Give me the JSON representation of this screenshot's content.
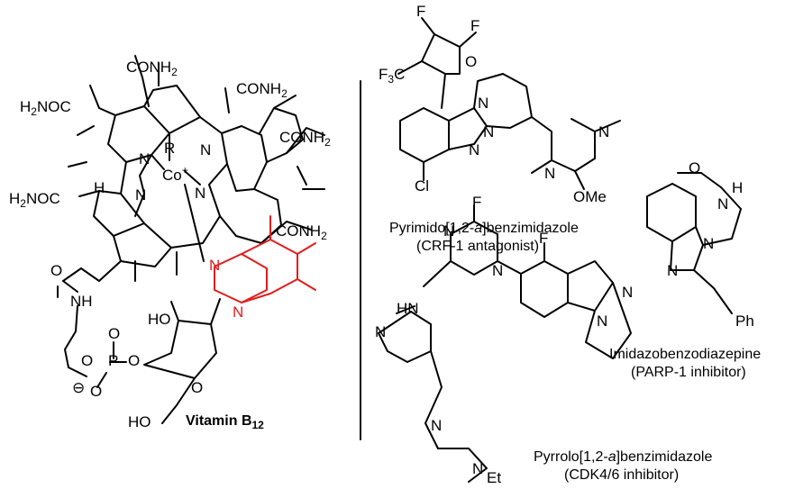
{
  "figure": {
    "b12": {
      "caption": "Vitamin B",
      "caption_sub": "12",
      "atoms": {
        "conh2_top": "CONH",
        "conh2_top_sub": "2",
        "conh2_right_top": "CONH",
        "conh2_right_top_sub": "2",
        "conh2_right_mid": "CONH",
        "conh2_right_mid_sub": "2",
        "conh2_right_low": "CONH",
        "conh2_right_low_sub": "2",
        "h2noc_top": "H",
        "h2noc_top_sub": "2",
        "h2noc_top_tail": "NOC",
        "h2noc_mid": "H",
        "h2noc_mid_sub": "2",
        "h2noc_mid_tail": "NOC",
        "r": "R",
        "co": "Co",
        "co_charge": "+",
        "h": "H",
        "n1": "N",
        "n2": "N",
        "n3": "N",
        "n4": "N",
        "o_amide": "O",
        "nh": "NH",
        "ho1": "HO",
        "ho2": "HO",
        "p": "P",
        "o_p1": "O",
        "o_p2": "O",
        "o_p3": "O",
        "o_p4": "O",
        "minus": "⊖",
        "o_ring": "O",
        "bzim_n1": "N",
        "bzim_n2": "N"
      }
    },
    "pyrimido": {
      "name_pre": "Pyrimido[1,2-",
      "name_it": "a",
      "name_post": "]benzimidazole",
      "role": "(CRF-1 antagonist)",
      "atoms": {
        "f1": "F",
        "f2": "F",
        "f3c": "F",
        "f3c_sub": "3",
        "f3c_tail": "C",
        "o": "O",
        "cl": "Cl",
        "n_a": "N",
        "n_b": "N",
        "n_c": "N",
        "n_d": "N",
        "n_e": "N",
        "ome": "OMe"
      }
    },
    "imidazo": {
      "name": "Imidazobenzodiazepine",
      "role": "(PARP-1 inhibitor)",
      "atoms": {
        "o": "O",
        "h": "H",
        "n1": "N",
        "n2": "N",
        "n3": "N",
        "ph": "Ph"
      }
    },
    "pyrrolo": {
      "name_pre": "Pyrrolo[1,2-",
      "name_it": "a",
      "name_post": "]benzimidazole",
      "role": "(CDK4/6 inhibitor)",
      "atoms": {
        "f1": "F",
        "f2": "F",
        "n1": "N",
        "n2": "N",
        "hn": "HN",
        "n3": "N",
        "n4": "N",
        "n5": "N",
        "n6": "N",
        "n7": "N",
        "et": "Et"
      }
    }
  }
}
